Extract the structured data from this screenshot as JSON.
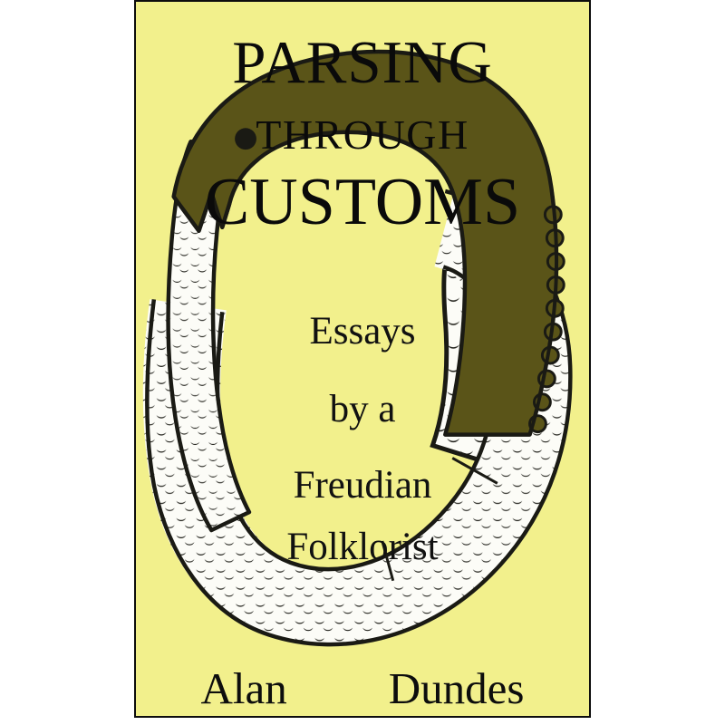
{
  "cover": {
    "background_color": "#f2f08c",
    "border_color": "#0d0d0d",
    "outside_color": "#ffffff"
  },
  "title": {
    "line_1": "PARSING",
    "line_2": "THROUGH",
    "line_3": "CUSTOMS",
    "color": "#0a0a0a"
  },
  "subtitle": {
    "line_1": "Essays",
    "line_2": "by a",
    "line_3": "Freudian",
    "line_4": "Folklorist",
    "color": "#111111"
  },
  "author": {
    "first_name": "Alan",
    "last_name": "Dundes",
    "color": "#0d0d0d"
  },
  "artwork": {
    "name": "ouroboros-snake",
    "description": "A snake biting its own tail forming a circle",
    "body_green": "#5a5418",
    "body_white": "#fcfcf7",
    "outline": "#1a1a14",
    "scale_mark_color": "#1a1a14",
    "eye_color": "#ffffff"
  }
}
